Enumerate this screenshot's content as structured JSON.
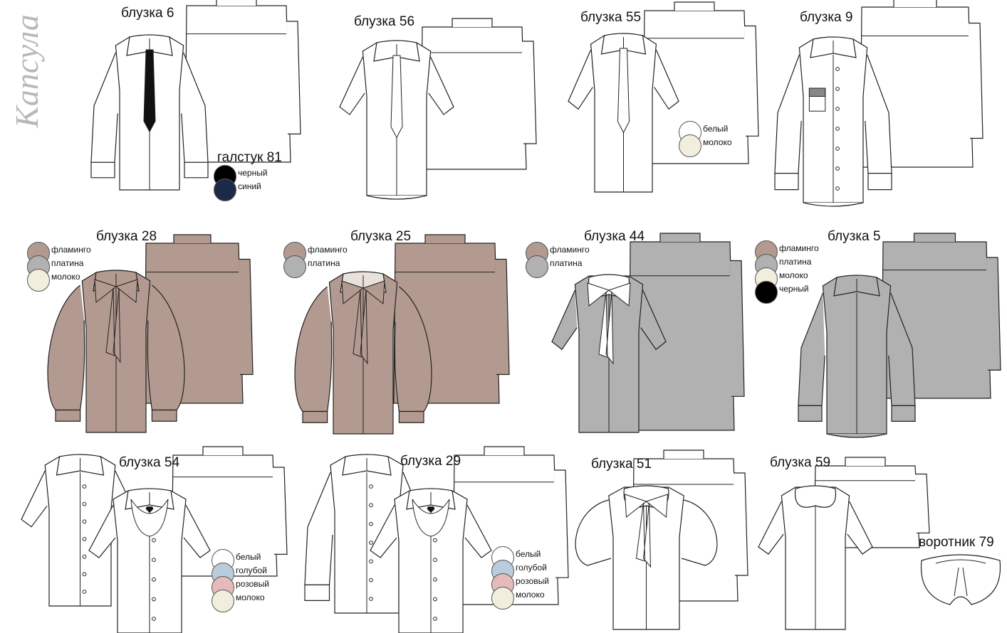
{
  "header": {
    "title": "Капсула"
  },
  "colors": {
    "white": "#ffffff",
    "flamingo": "#b39a90",
    "platinum": "#b1b1b1",
    "milk": "#f1eedd",
    "black": "#000000",
    "navy": "#1c2a4a",
    "blue": "#b9ccdb",
    "pink": "#e6b9bb",
    "outline": "#222222"
  },
  "items": [
    {
      "label": "блузка 6"
    },
    {
      "label": "блузка 56"
    },
    {
      "label": "блузка 55",
      "swatches": [
        {
          "name": "белый",
          "color": "#ffffff"
        },
        {
          "name": "молоко",
          "color": "#f1eedd"
        }
      ]
    },
    {
      "label": "блузка 9"
    },
    {
      "label": "галстук 81",
      "swatches": [
        {
          "name": "черный",
          "color": "#000000"
        },
        {
          "name": "синий",
          "color": "#1c2a4a"
        }
      ]
    },
    {
      "label": "блузка 28",
      "swatches": [
        {
          "name": "фламинго",
          "color": "#b39a90"
        },
        {
          "name": "платина",
          "color": "#b1b1b1"
        },
        {
          "name": "молоко",
          "color": "#f1eedd"
        }
      ]
    },
    {
      "label": "блузка 25",
      "swatches": [
        {
          "name": "фламинго",
          "color": "#b39a90"
        },
        {
          "name": "платина",
          "color": "#b1b1b1"
        }
      ]
    },
    {
      "label": "блузка 44",
      "swatches": [
        {
          "name": "фламинго",
          "color": "#b39a90"
        },
        {
          "name": "платина",
          "color": "#b1b1b1"
        }
      ]
    },
    {
      "label": "блузка 5",
      "swatches": [
        {
          "name": "фламинго",
          "color": "#b39a90"
        },
        {
          "name": "платина",
          "color": "#b1b1b1"
        },
        {
          "name": "молоко",
          "color": "#f1eedd"
        },
        {
          "name": "черный",
          "color": "#000000"
        }
      ]
    },
    {
      "label": "блузка 54",
      "swatches": [
        {
          "name": "белый",
          "color": "#ffffff"
        },
        {
          "name": "голубой",
          "color": "#b9ccdb"
        },
        {
          "name": "розовый",
          "color": "#e6b9bb"
        },
        {
          "name": "молоко",
          "color": "#f1eedd"
        }
      ]
    },
    {
      "label": "блузка 29",
      "swatches": [
        {
          "name": "белый",
          "color": "#ffffff"
        },
        {
          "name": "голубой",
          "color": "#b9ccdb"
        },
        {
          "name": "розовый",
          "color": "#e6b9bb"
        },
        {
          "name": "молоко",
          "color": "#f1eedd"
        }
      ]
    },
    {
      "label": "блузка 51"
    },
    {
      "label": "блузка 59"
    },
    {
      "label": "воротник 79"
    }
  ]
}
